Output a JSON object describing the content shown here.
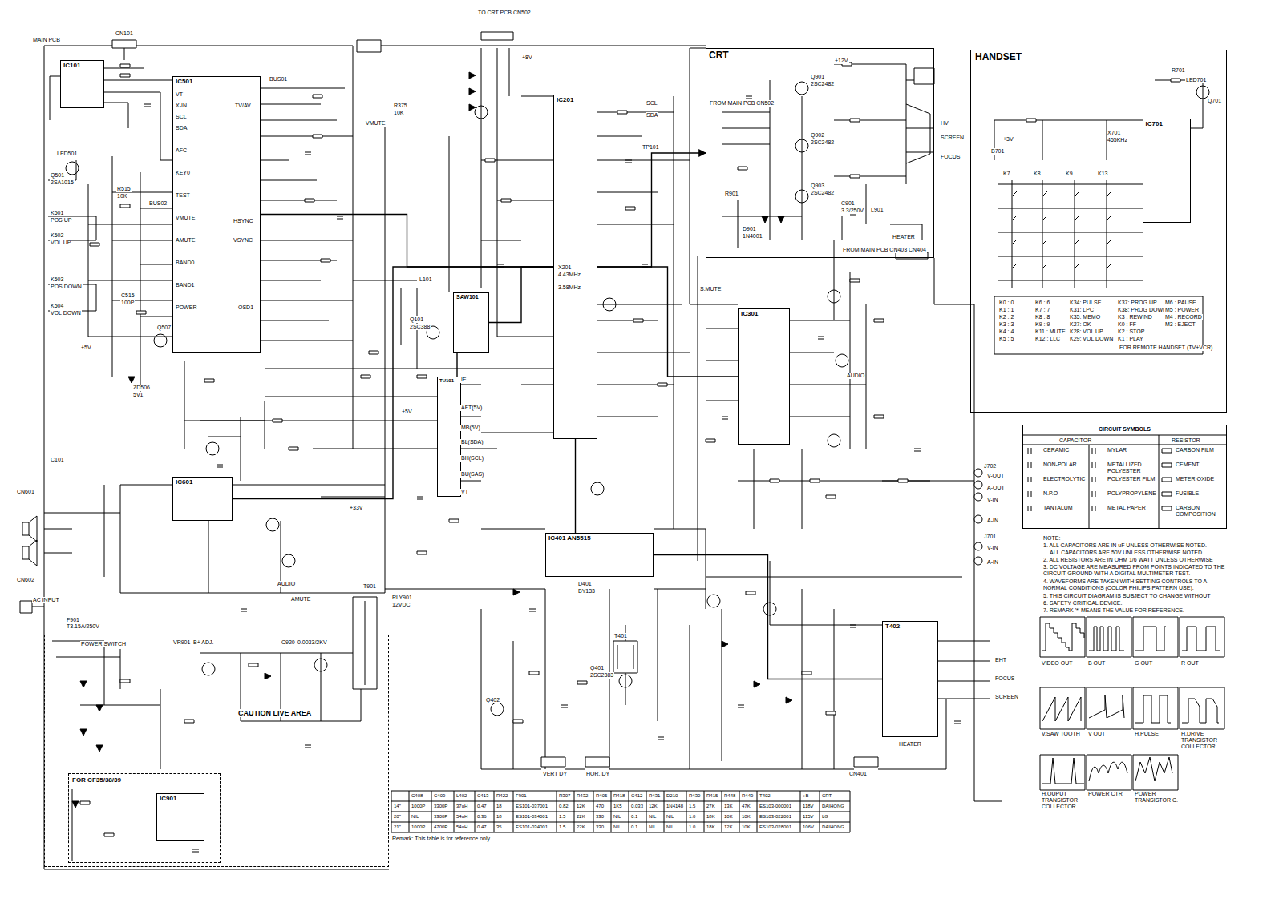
{
  "diagram": {
    "nodes": [
      {
        "text": [
          "CRT"
        ]
      },
      {
        "text": [
          "HANDSET"
        ]
      },
      {
        "text": [
          "CIRCUIT SYMBOLS"
        ]
      },
      {
        "text": [
          "IC501"
        ]
      },
      {
        "text": [
          "IC201"
        ]
      },
      {
        "text": [
          "IC401 AN5515"
        ]
      },
      {
        "text": [
          "IC301"
        ]
      },
      {
        "text": [
          "IC701"
        ],
        "in": 1
      },
      {
        "text": [
          "IC101"
        ]
      },
      {
        "text": [
          "TU101"
        ]
      },
      {
        "text": [
          "SAW101"
        ]
      },
      {
        "text": [
          "T402"
        ]
      },
      {
        "text": [
          "CAUTION LIVE AREA"
        ]
      },
      {
        "text": [
          "FOR CF35/38/39"
        ],
        "in": 12
      },
      {
        "text": [
          "IC901"
        ],
        "in": 13
      },
      {
        "text": [
          "IC601"
        ]
      }
    ],
    "edges": [
      {
        "from": 3,
        "to": 4,
        "arrow": "none"
      },
      {
        "from": 9,
        "to": 10,
        "arrow": "none"
      },
      {
        "from": 10,
        "to": 4,
        "arrow": "none"
      },
      {
        "from": 4,
        "to": 0,
        "arrow": "to"
      },
      {
        "from": 4,
        "to": 6,
        "arrow": "none"
      },
      {
        "from": 4,
        "to": 5,
        "arrow": "none"
      },
      {
        "from": 5,
        "to": 11,
        "arrow": "none"
      },
      {
        "from": 4,
        "to": 15,
        "arrow": "none"
      }
    ],
    "labels": [
      "MAIN PCB",
      "CN101",
      "LED501",
      "Q501",
      "2SA1015",
      "K501",
      "POS UP",
      "K502",
      "VOL UP",
      "K503",
      "POS DOWN",
      "K504",
      "VOL DOWN",
      "R515",
      "10K",
      "C515",
      "100P",
      "+5V",
      "Q507",
      "ZD506",
      "5V1",
      "VT",
      "X-IN",
      "SCL",
      "SDA",
      "AFC",
      "KEY0",
      "TEST",
      "VMUTE",
      "AMUTE",
      "BAND0",
      "BAND1",
      "POWER",
      "TV/AV",
      "HSYNC",
      "VSYNC",
      "OSD1",
      "BUS01",
      "BUS02",
      "R375",
      "10K",
      "VMUTE",
      "SDA",
      "SCL",
      "+8V",
      "TO CRT PCB CN502",
      "TP101",
      "X201",
      "4.43MHz",
      "3.58MHz",
      "L101",
      "Q101",
      "2SC388",
      "IF",
      "AFT(5V)",
      "MB(5V)",
      "BL(SDA)",
      "BH(SCL)",
      "BU(SAS)",
      "VT",
      "+5V",
      "+33V",
      "C101",
      "CN601",
      "CN602",
      "AUDIO",
      "AMUTE",
      "AC INPUT",
      "F901",
      "T3.15A/250V",
      "POWER SWITCH",
      "VR901",
      "B+ ADJ.",
      "C920",
      "0.0033/2KV",
      "RLY901",
      "12VDC",
      "T901",
      "D401",
      "BY133",
      "T401",
      "Q401",
      "2SC2383",
      "Q402",
      "VERT DY",
      "HOR. DY",
      "CN401",
      "EHT",
      "FOCUS",
      "SCREEN",
      "HEATER",
      "S.MUTE",
      "AUDIO",
      "J702",
      "V-OUT",
      "A-OUT",
      "V-IN",
      "A-IN",
      "J701",
      "V-IN",
      "A-IN",
      "HV",
      "SCREEN",
      "FOCUS",
      "HEATER",
      "FROM MAIN PCB CN403 CN404",
      "Q901",
      "2SC2482",
      "Q902",
      "2SC2482",
      "Q903",
      "2SC2482",
      "R901",
      "D901",
      "1N4001",
      "L901",
      "C901",
      "3.3/250V",
      "FROM MAIN PCB CN502",
      "+12V",
      "+3V",
      "B701",
      "LED701",
      "Q701",
      "X701",
      "455KHz",
      "R701",
      "K7",
      "K8",
      "K9",
      "K13",
      "K0 : 0",
      "K1 : 1",
      "K2 : 2",
      "K3 : 3",
      "K4 : 4",
      "K5 : 5",
      "K6 : 6",
      "K7 : 7",
      "K8 : 8",
      "K9 : 9",
      "K11 : MUTE",
      "K12 : LLC",
      "K34: PULSE",
      "K31: LPC",
      "K35: MEMO",
      "K27: OK",
      "K28: VOL UP",
      "K29: VOL DOWN",
      "K37: PROG UP",
      "K38: PROG DOWN",
      "K3 : REWIND",
      "K0 : FF",
      "K2 : STOP",
      "K1 : PLAY",
      "M6 : PAUSE",
      "M5 : POWER",
      "M4 : RECORD",
      "M3 : EJECT",
      "FOR REMOTE HANDSET (TV+VCR)",
      "CAPACITOR",
      "RESISTOR",
      "CERAMIC",
      "NON-POLAR",
      "ELECTROLYTIC",
      "N.P.O",
      "TANTALUM",
      "MYLAR",
      "METALLIZED POLYESTER",
      "POLYESTER FILM",
      "POLYPROPYLENE",
      "METAL PAPER",
      "CARBON FILM",
      "CEMENT",
      "METER OXIDE",
      "FUSIBLE",
      "CARBON COMPOSITION",
      "NOTE:",
      "1. ALL CAPACITORS ARE IN uF UNLESS OTHERWISE NOTED.",
      "ALL CAPACITORS ARE 50V UNLESS OTHERWISE NOTED.",
      "2. ALL RESISTORS ARE IN OHM 1/6 WATT UNLESS OTHERWISE NOTED.",
      "3. DC VOLTAGE ARE MEASURED FROM POINTS INDICATED TO THE CIRCUIT GROUND WITH A DIGITAL MULTIMETER TEST.",
      "4. WAVEFORMS ARE TAKEN WITH SETTING CONTROLS TO A NORMAL CONDITIONS (COLOR PHILIPS PATTERN USE).",
      "5. THIS CIRCUIT DIAGRAM IS SUBJECT TO CHANGE WITHOUT PRIOR NOTICE.",
      "6. SAFETY CRITICAL DEVICE.",
      "7. REMARK '*' MEANS THE VALUE FOR REFERENCE.",
      "VIDEO OUT",
      "B OUT",
      "G OUT",
      "R OUT",
      "V.SAW TOOTH",
      "V OUT",
      "H.PULSE",
      "H.DRIVE TRANSISTOR COLLECTOR",
      "H.OUPUT TRANSISTOR COLLECTOR",
      "POWER CTR",
      "POWER TRANSISTOR C.",
      "Remark: This table is for reference only",
      "C408",
      "C409",
      "L402",
      "C413",
      "R422",
      "F901",
      "R307",
      "R432",
      "R405",
      "R418",
      "C412",
      "R431",
      "D210",
      "R430",
      "R415",
      "R448",
      "R449",
      "T402",
      "+B",
      "CRT",
      "14\"",
      "1000P",
      "3300P",
      "37uH",
      "0.47",
      "18",
      "ES101-037001",
      "0.82",
      "12K",
      "470",
      "1K5",
      "0.033",
      "12K",
      "1N4148",
      "1.5",
      "27K",
      "13K",
      "47K",
      "ES103-000001",
      "118V",
      "DAIHONG",
      "20\"",
      "NIL",
      "3300P",
      "54uH",
      "0.36",
      "18",
      "ES101-034001",
      "1.5",
      "22K",
      "330",
      "NIL",
      "0.1",
      "NIL",
      "NIL",
      "1.0",
      "18K",
      "10K",
      "10K",
      "ES103-022001",
      "115V",
      "LG",
      "21\"",
      "1000P",
      "4700P",
      "54uH",
      "0.47",
      "35",
      "ES101-034001",
      "1.5",
      "22K",
      "330",
      "NIL",
      "0.1",
      "NIL",
      "NIL",
      "1.0",
      "18K",
      "12K",
      "10K",
      "ES103-028001",
      "106V",
      "DAIHONG"
    ]
  }
}
